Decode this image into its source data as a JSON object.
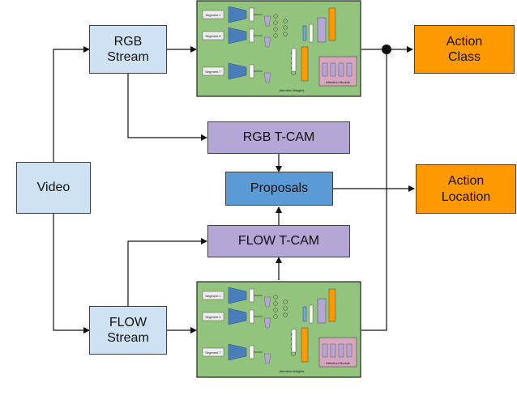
{
  "nodes": {
    "video": "Video",
    "rgb_stream": "RGB\nStream",
    "flow_stream": "FLOW\nStream",
    "rgb_tcam": "RGB T-CAM",
    "flow_tcam": "FLOW T-CAM",
    "proposals": "Proposals",
    "action_class": "Action\nClass",
    "action_location": "Action\nLocation"
  },
  "network": {
    "segments": [
      "Segment 1",
      "Segment 2",
      "Segment T"
    ],
    "attention_label": "Attention Weights",
    "module_label": "Attention Module"
  },
  "colors": {
    "network_bg": "#93c47d",
    "input_box": "#cfe2f3",
    "proposals": "#5b9bd5",
    "tcam": "#b4a7d6",
    "output": "#ff9900"
  }
}
